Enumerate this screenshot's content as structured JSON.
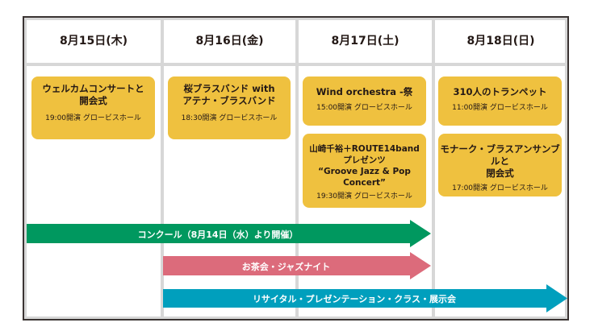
{
  "days": [
    {
      "label": "8月15日(木)"
    },
    {
      "label": "8月16日(金)"
    },
    {
      "label": "8月17日(土)"
    },
    {
      "label": "8月18日(日)"
    }
  ],
  "events": [
    {
      "day": "8月15日(木)",
      "title_lines": [
        "ウェルカムコンサートと",
        "開会式"
      ],
      "time": "19:00開演 グロービスホール"
    },
    {
      "day": "8月16日(金)",
      "title_lines": [
        "桜ブラスバンド with",
        "アテナ・ブラスバンド"
      ],
      "time": "18:30開演 グロービスホール"
    },
    {
      "day": "8月17日(土)",
      "title_lines": [
        "Wind orchestra -祭"
      ],
      "time": "15:00開演 グロービスホール"
    },
    {
      "day": "8月17日(土)",
      "title_lines": [
        "山崎千裕＋ROUTE14band",
        "プレゼンツ",
        "“Groove Jazz & Pop Concert”"
      ],
      "time": "19:30開演 グロービスホール"
    },
    {
      "day": "8月18日(日)",
      "title_lines": [
        "310人のトランペット"
      ],
      "time": "11:00開演 グロービスホール"
    },
    {
      "day": "8月18日(日)",
      "title_lines": [
        "モナーク・ブラスアンサンブルと",
        "閉会式"
      ],
      "time": "17:00開演 グロービスホール"
    }
  ],
  "spans": [
    {
      "label": "コンクール（8月14日（水）より開催）",
      "color": "#00985f",
      "from": "8月15日(木)",
      "to": "8月17日(土)"
    },
    {
      "label": "お茶会・ジャズナイト",
      "color": "#dc6b7b",
      "from": "8月16日(金)",
      "to": "8月17日(土)"
    },
    {
      "label": "リサイタル・プレゼンテーション・クラス・展示会",
      "color": "#009fbd",
      "from": "8月16日(金)",
      "to": "8月18日(日)"
    }
  ],
  "colors": {
    "card": "#efc13f",
    "grid": "#d7d7d7",
    "frame": "#3a3332"
  }
}
